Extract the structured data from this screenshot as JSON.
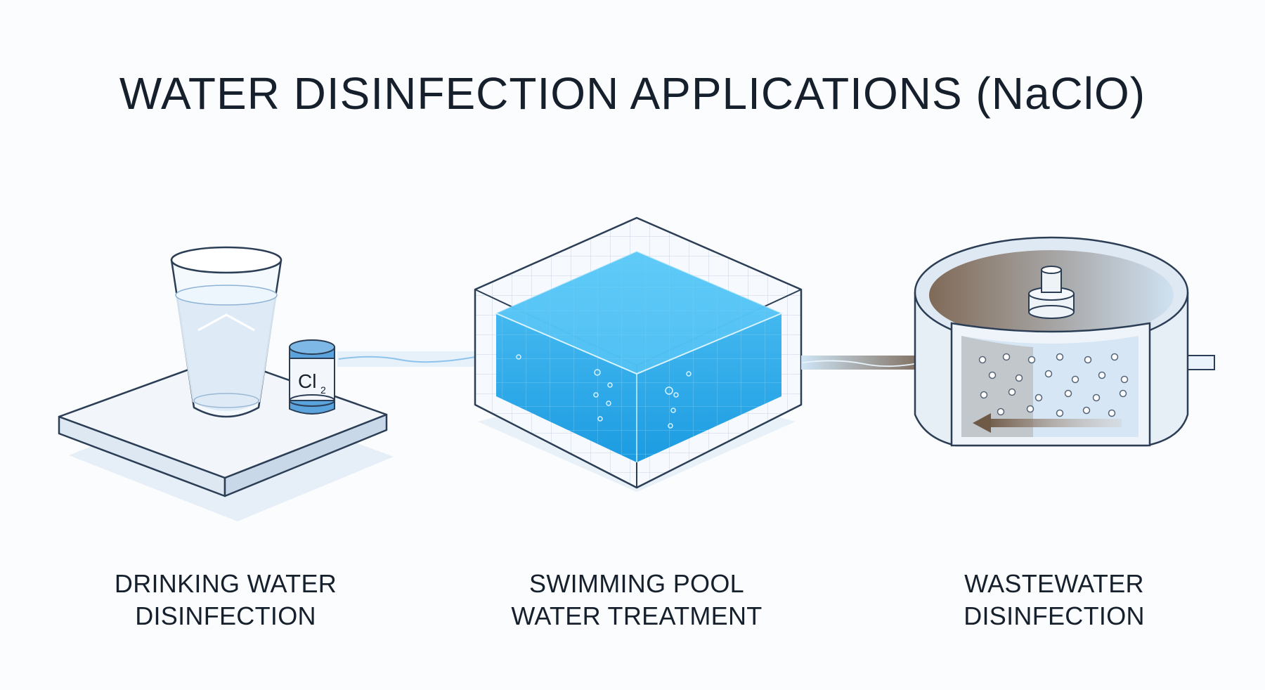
{
  "title": "WATER DISINFECTION APPLICATIONS (NaClO)",
  "chlorine_label": {
    "symbol": "Cl",
    "subscript": "2"
  },
  "applications": [
    {
      "line1": "DRINKING WATER",
      "line2": "DISINFECTION"
    },
    {
      "line1": "SWIMMING POOL",
      "line2": "WATER TREATMENT"
    },
    {
      "line1": "WASTEWATER",
      "line2": "DISINFECTION"
    }
  ],
  "colors": {
    "outline": "#2c3e55",
    "pool_blue": "#1da8ec",
    "glass_water": "#dceaf6",
    "wastewater_brown": "#86715e",
    "shadow": "#e6eef7"
  }
}
